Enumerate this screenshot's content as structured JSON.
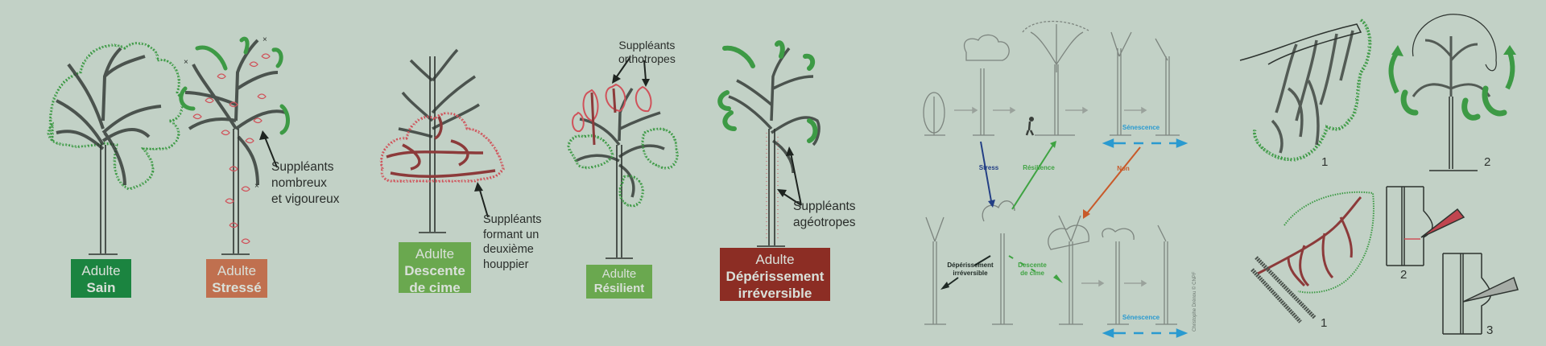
{
  "colors": {
    "background": "#c2d1c6",
    "sain": "#1b8440",
    "stresse": "#c0704f",
    "descente": "#6aa84f",
    "resilient": "#6aa84f",
    "deperissement": "#8c2d24",
    "foliage_green": "#3d9a45",
    "sucker_red": "#d0525a",
    "stress_arrow": "#233f85",
    "resilience_arrow": "#3fa342",
    "non_arrow": "#c85a2a",
    "senescence": "#2a9ad0"
  },
  "stages": [
    {
      "line1": "Adulte",
      "line2": "Sain",
      "color_key": "sain"
    },
    {
      "line1": "Adulte",
      "line2": "Stressé",
      "color_key": "stresse"
    },
    {
      "line1": "Adulte",
      "line2": "Descente",
      "line3": "de cime",
      "color_key": "descente"
    },
    {
      "line1": "Adulte",
      "line2": "Résilient",
      "color_key": "resilient"
    },
    {
      "line1": "Adulte",
      "line2": "Dépérissement",
      "line3": "irréversible",
      "color_key": "deperissement"
    }
  ],
  "annotations": {
    "stresse": [
      "Suppléants",
      "nombreux",
      "et vigoureux"
    ],
    "descente": [
      "Suppléants",
      "formant un",
      "deuxième",
      "houppier"
    ],
    "resilient": [
      "Suppléants",
      "orthotropes"
    ],
    "deperissement": [
      "Suppléants",
      "agéotropes"
    ]
  },
  "cycle_diagram": {
    "stress": "Stress",
    "resilience": "Résilience",
    "non": "Non",
    "senescence_top": "Sénescence",
    "senescence_bottom": "Sénescence",
    "deperissement": [
      "Dépérissement",
      "irréversible"
    ],
    "descente": [
      "Descente",
      "de cime"
    ],
    "credit": "Christophe Drénou © CNPF"
  },
  "figures": {
    "top_left_number": "1",
    "top_right_number": "2",
    "bottom_left_number": "1",
    "bottom_mid_number": "2",
    "bottom_right_number": "3"
  }
}
